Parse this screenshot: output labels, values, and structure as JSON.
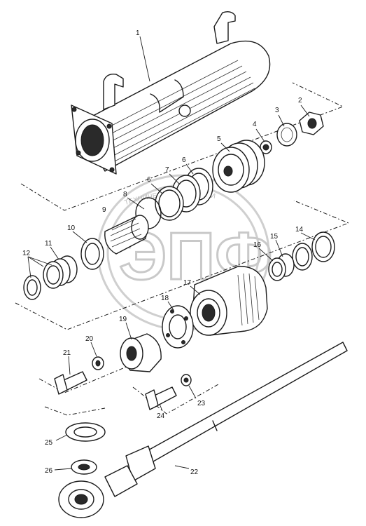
{
  "watermark": {
    "arc_text": "ТЕХНИЧЕСКИЕ ЗАПЧАСТИ",
    "logo_text": "ЭПФ"
  },
  "callouts": [
    {
      "id": "c1",
      "label": "1"
    },
    {
      "id": "c2",
      "label": "2"
    },
    {
      "id": "c3",
      "label": "3"
    },
    {
      "id": "c4",
      "label": "4"
    },
    {
      "id": "c5",
      "label": "5"
    },
    {
      "id": "c6a",
      "label": "6"
    },
    {
      "id": "c6b",
      "label": "6"
    },
    {
      "id": "c7",
      "label": "7"
    },
    {
      "id": "c8",
      "label": "8"
    },
    {
      "id": "c9",
      "label": "9"
    },
    {
      "id": "c10",
      "label": "10"
    },
    {
      "id": "c11",
      "label": "11"
    },
    {
      "id": "c12",
      "label": "12"
    },
    {
      "id": "c14",
      "label": "14"
    },
    {
      "id": "c15",
      "label": "15"
    },
    {
      "id": "c16",
      "label": "16"
    },
    {
      "id": "c17",
      "label": "17"
    },
    {
      "id": "c18",
      "label": "18"
    },
    {
      "id": "c19",
      "label": "19"
    },
    {
      "id": "c20",
      "label": "20"
    },
    {
      "id": "c21",
      "label": "21"
    },
    {
      "id": "c22",
      "label": "22"
    },
    {
      "id": "c23",
      "label": "23"
    },
    {
      "id": "c24",
      "label": "24"
    },
    {
      "id": "c25",
      "label": "25"
    },
    {
      "id": "c26",
      "label": "26"
    }
  ]
}
